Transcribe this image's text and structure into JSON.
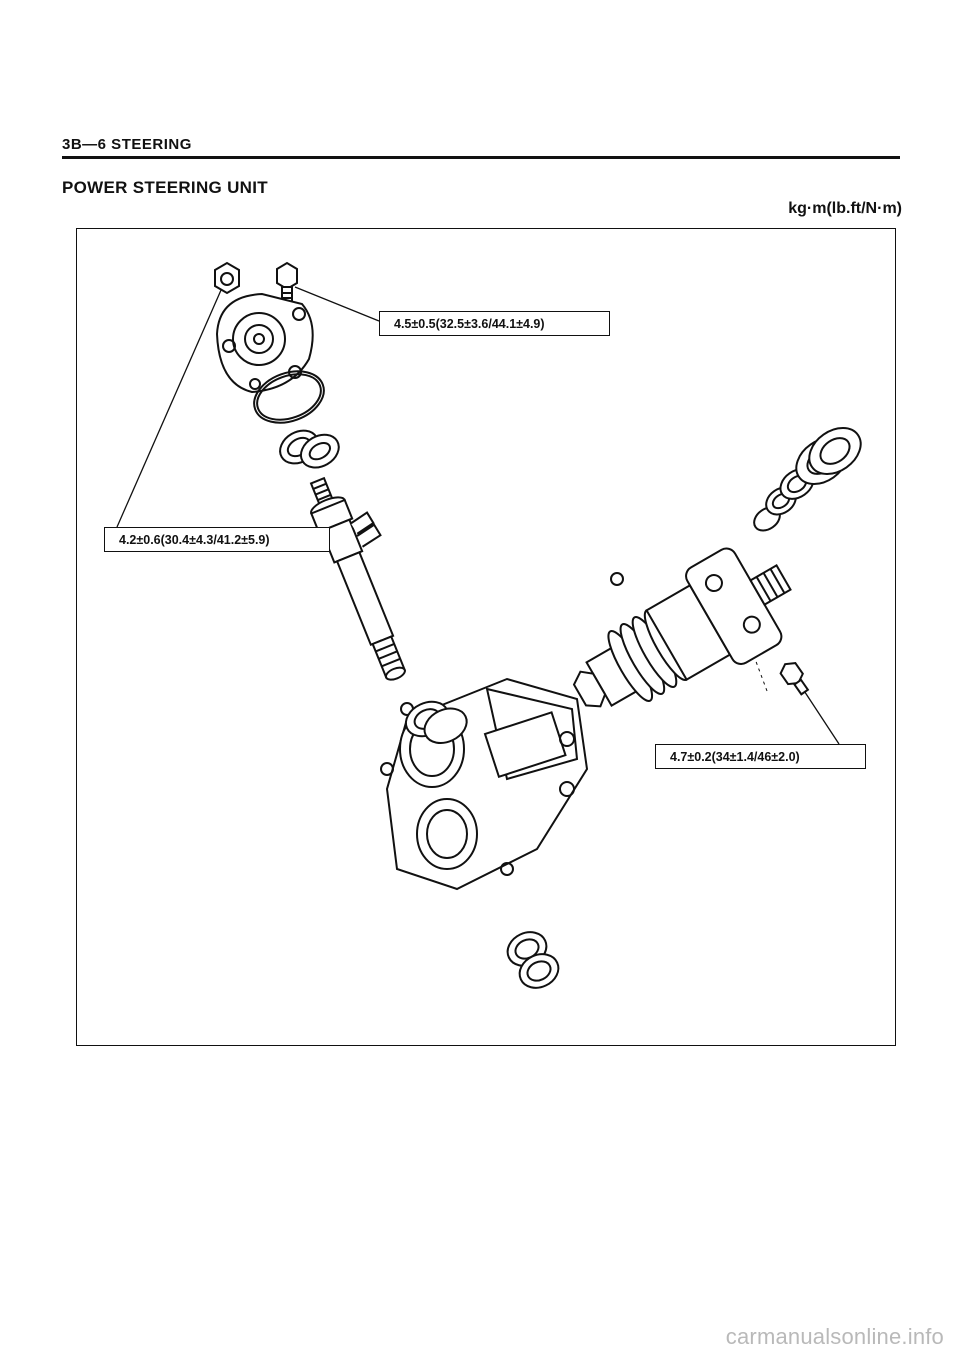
{
  "header": {
    "section_label": "3B—6 STEERING"
  },
  "section": {
    "title": "POWER STEERING UNIT",
    "units": "kg·m(lb.ft/N·m)"
  },
  "callouts": [
    {
      "text": "4.5±0.5(32.5±3.6/44.1±4.9)"
    },
    {
      "text": "4.2±0.6(30.4±4.3/41.2±5.9)"
    },
    {
      "text": "4.7±0.2(34±1.4/46±2.0)"
    }
  ],
  "watermark": "carmanualsonline.info"
}
